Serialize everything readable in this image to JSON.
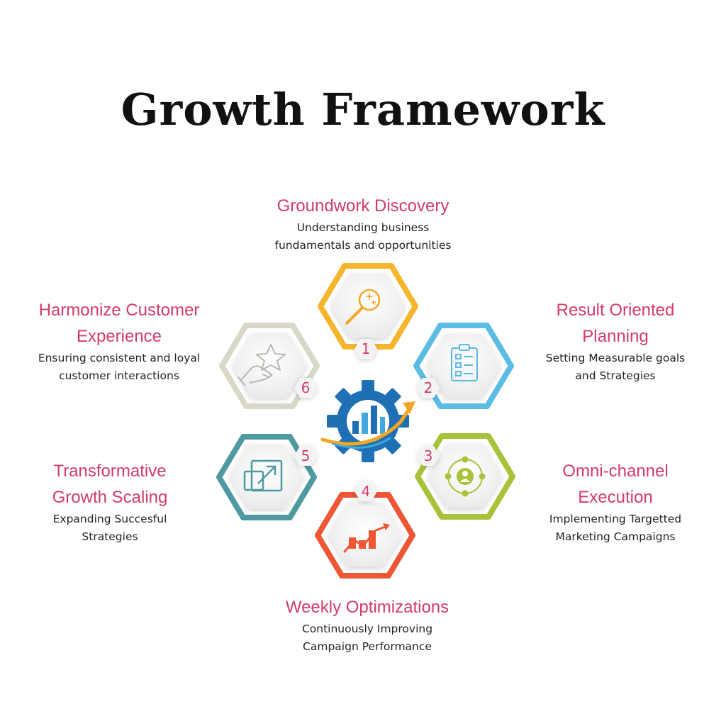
{
  "title": "Growth Framework",
  "accent_color": "#d23c68",
  "steps": [
    {
      "number": "1",
      "title": "Groundwork Discovery",
      "desc": [
        "Understanding business",
        "fundamentals and opportunities"
      ],
      "color": "#f5b52c",
      "icon": "magnifier-sparkle-icon"
    },
    {
      "number": "2",
      "title": "Result Oriented Planning",
      "title_lines": [
        "Result Oriented",
        "Planning"
      ],
      "desc": [
        "Setting Measurable goals",
        "and Strategies"
      ],
      "color": "#5bbce4",
      "icon": "checklist-clipboard-icon"
    },
    {
      "number": "3",
      "title": "Omni-channel Execution",
      "title_lines": [
        "Omni-channel",
        "Execution"
      ],
      "desc": [
        "Implementing Targetted",
        "Marketing Campaigns"
      ],
      "color": "#a8c23a",
      "icon": "network-user-icon"
    },
    {
      "number": "4",
      "title": "Weekly Optimizations",
      "desc": [
        "Continuously Improving",
        "Campaign Performance"
      ],
      "color": "#ef5634",
      "icon": "growth-chart-icon"
    },
    {
      "number": "5",
      "title": "Transformative Growth Scaling",
      "title_lines": [
        "Transformative",
        "Growth Scaling"
      ],
      "desc": [
        "Expanding Succesful",
        "Strategies"
      ],
      "color": "#4e9aa0",
      "icon": "scale-up-arrow-icon"
    },
    {
      "number": "6",
      "title": "Harmonize Customer Experience",
      "title_lines": [
        "Harmonize Customer",
        "Experience"
      ],
      "desc": [
        "Ensuring consistent and loyal",
        "customer interactions"
      ],
      "color": "#d9d8c8",
      "icon": "hand-star-icon"
    }
  ],
  "center_icon": "gear-chart-icon"
}
